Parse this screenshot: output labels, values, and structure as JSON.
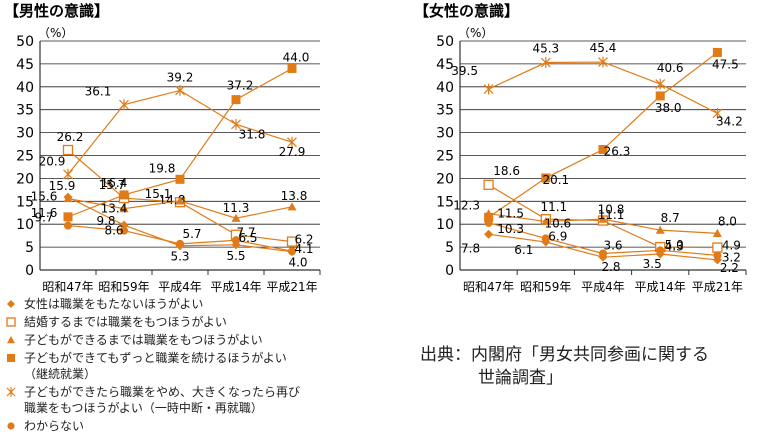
{
  "colors": {
    "series": "#e07b18",
    "axis": "#333333",
    "grid": "#222222"
  },
  "chart_data": [
    {
      "type": "line",
      "title": "【男性の意識】",
      "ylabel": "（%）",
      "ylim": [
        0,
        50
      ],
      "yticks": [
        "0",
        "5",
        "10",
        "15",
        "20",
        "25",
        "30",
        "35",
        "40",
        "45",
        "50"
      ],
      "categories": [
        "昭和47年",
        "昭和59年",
        "平成4年",
        "平成14年",
        "平成21年"
      ],
      "grid": true,
      "series": [
        {
          "name": "女性は職業をもたないほうがよい",
          "marker": "diamond",
          "values": [
            15.9,
            9.8,
            5.3,
            5.5,
            4.0
          ]
        },
        {
          "name": "結婚するまでは職業をもつほうがよい",
          "marker": "square-open",
          "values": [
            26.2,
            15.7,
            14.8,
            7.7,
            6.2
          ]
        },
        {
          "name": "子どもができるまでは職業をもつほうがよい",
          "marker": "triangle",
          "values": [
            15.6,
            13.4,
            15.1,
            11.3,
            13.8
          ]
        },
        {
          "name": "子どもができてもずっと職業を続けるほうがよい",
          "marker": "square-filled",
          "values": [
            11.6,
            16.4,
            19.8,
            37.2,
            44.0
          ]
        },
        {
          "name": "子どもができたら職業をやめ、大きくなったら再び職業をもつほうがよい",
          "marker": "star",
          "values": [
            20.9,
            36.1,
            39.2,
            31.8,
            27.9
          ]
        },
        {
          "name": "わからない",
          "marker": "circle",
          "values": [
            9.7,
            8.6,
            5.7,
            6.5,
            4.1
          ]
        }
      ],
      "labels": [
        [
          "15.9",
          "9.8",
          "5.3",
          "5.5",
          "4.0"
        ],
        [
          "26.2",
          "15.7",
          "14.8",
          "7.7",
          "6.2"
        ],
        [
          "15.6",
          "13.4",
          "15.1",
          "11.3",
          "13.8"
        ],
        [
          "11.6",
          "16.4",
          "19.8",
          "37.2",
          "44.0"
        ],
        [
          "20.9",
          "36.1",
          "39.2",
          "31.8",
          "27.9"
        ],
        [
          "9.7",
          "8.6",
          "5.7",
          "6.5",
          "4.1"
        ]
      ]
    },
    {
      "type": "line",
      "title": "【女性の意識】",
      "ylabel": "（%）",
      "ylim": [
        0,
        50
      ],
      "yticks": [
        "0",
        "5",
        "10",
        "15",
        "20",
        "25",
        "30",
        "35",
        "40",
        "45",
        "50"
      ],
      "categories": [
        "昭和47年",
        "昭和59年",
        "平成4年",
        "平成14年",
        "平成21年"
      ],
      "grid": true,
      "series": [
        {
          "name": "女性は職業をもたないほうがよい",
          "marker": "diamond",
          "values": [
            7.8,
            6.1,
            2.8,
            3.5,
            2.2
          ]
        },
        {
          "name": "結婚するまでは職業をもつほうがよい",
          "marker": "square-open",
          "values": [
            18.6,
            11.1,
            10.8,
            5.0,
            4.9
          ]
        },
        {
          "name": "子どもができるまでは職業をもつほうがよい",
          "marker": "triangle",
          "values": [
            12.3,
            10.6,
            11.1,
            8.7,
            8.0
          ]
        },
        {
          "name": "子どもができてもずっと職業を続けるほうがよい",
          "marker": "square-filled",
          "values": [
            11.5,
            20.1,
            26.3,
            38.0,
            47.5
          ]
        },
        {
          "name": "子どもができたら職業をやめ、大きくなったら再び職業をもつほうがよい",
          "marker": "star",
          "values": [
            39.5,
            45.3,
            45.4,
            40.6,
            34.2
          ]
        },
        {
          "name": "わからない",
          "marker": "circle",
          "values": [
            10.3,
            6.9,
            3.6,
            4.3,
            3.2
          ]
        }
      ],
      "labels": [
        [
          "7.8",
          "6.1",
          "2.8",
          "3.5",
          "2.2"
        ],
        [
          "18.6",
          "11.1",
          "10.8",
          "5.0",
          "4.9"
        ],
        [
          "12.3",
          "10.6",
          "11.1",
          "8.7",
          "8.0"
        ],
        [
          "11.5",
          "20.1",
          "26.3",
          "38.0",
          "47.5"
        ],
        [
          "39.5",
          "45.3",
          "45.4",
          "40.6",
          "34.2"
        ],
        [
          "10.3",
          "6.9",
          "3.6",
          "4.3",
          "3.2"
        ]
      ]
    }
  ],
  "legend": {
    "items": [
      {
        "marker": "diamond",
        "label": "女性は職業をもたないほうがよい"
      },
      {
        "marker": "square-open",
        "label": "結婚するまでは職業をもつほうがよい"
      },
      {
        "marker": "triangle",
        "label": "子どもができるまでは職業をもつほうがよい"
      },
      {
        "marker": "square-filled",
        "label": "子どもができてもずっと職業を続けるほうがよい（継続就業）"
      },
      {
        "marker": "star",
        "label": "子どもができたら職業をやめ、大きくなったら再び職業をもつほうがよい（一時中断・再就職）"
      },
      {
        "marker": "circle",
        "label": "わからない"
      }
    ]
  },
  "source": {
    "line1": "出典：内閣府「男女共同参画に関する",
    "line2": "世論調査」"
  }
}
